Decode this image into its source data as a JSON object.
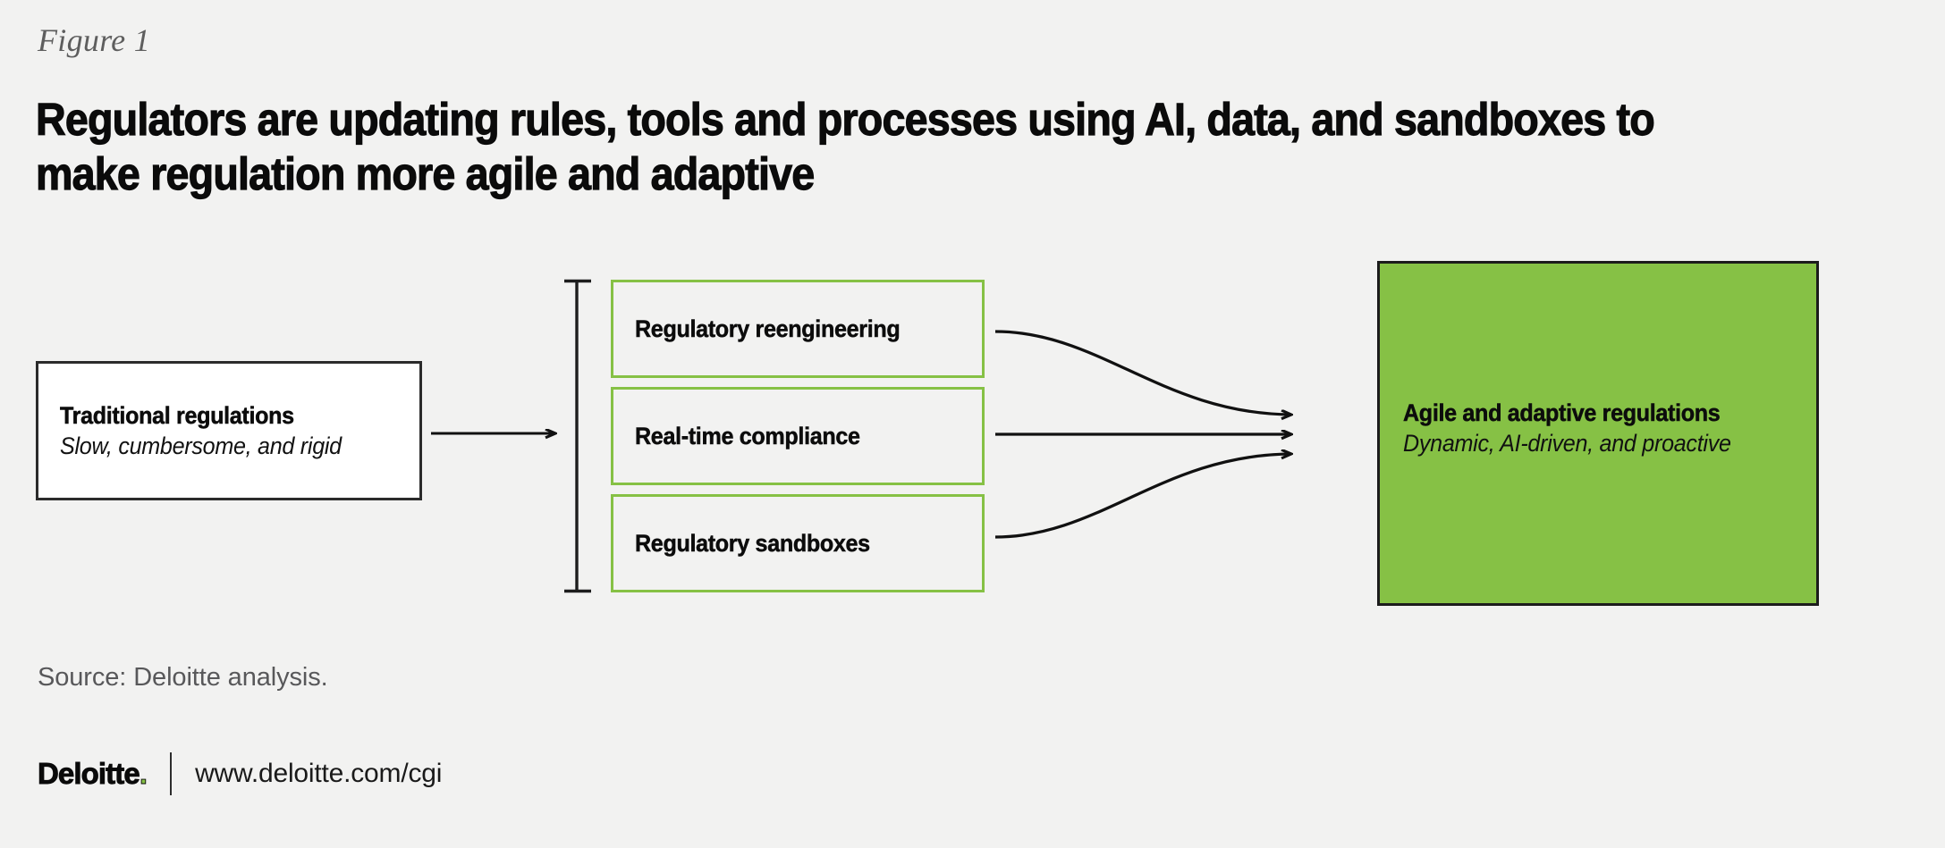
{
  "figure": {
    "label": "Figure 1",
    "title": "Regulators are updating rules, tools and processes using AI, data, and sandboxes to make regulation more agile and adaptive"
  },
  "colors": {
    "background": "#f2f2f1",
    "accent_green": "#86c145",
    "box_border_dark": "#2b2b2b",
    "text_dark": "#0b0b0b",
    "text_muted": "#58585a",
    "arrow": "#111111"
  },
  "diagram": {
    "type": "flow",
    "start_node": {
      "title": "Traditional regulations",
      "subtitle": "Slow, cumbersome, and rigid"
    },
    "pillars": [
      {
        "label": "Regulatory reengineering"
      },
      {
        "label": "Real-time compliance"
      },
      {
        "label": "Regulatory sandboxes"
      }
    ],
    "end_node": {
      "title": "Agile and adaptive regulations",
      "subtitle": "Dynamic, AI-driven, and proactive"
    },
    "connectors": {
      "entry_arrow": "arrow-right",
      "group_bracket": "vertical-bracket",
      "exit_arrows": [
        "curve-down-arrow",
        "straight-arrow",
        "curve-up-arrow"
      ]
    }
  },
  "footer": {
    "source": "Source: Deloitte analysis.",
    "logo_text": "Deloitte",
    "logo_dot": ".",
    "url": "www.deloitte.com/cgi"
  }
}
